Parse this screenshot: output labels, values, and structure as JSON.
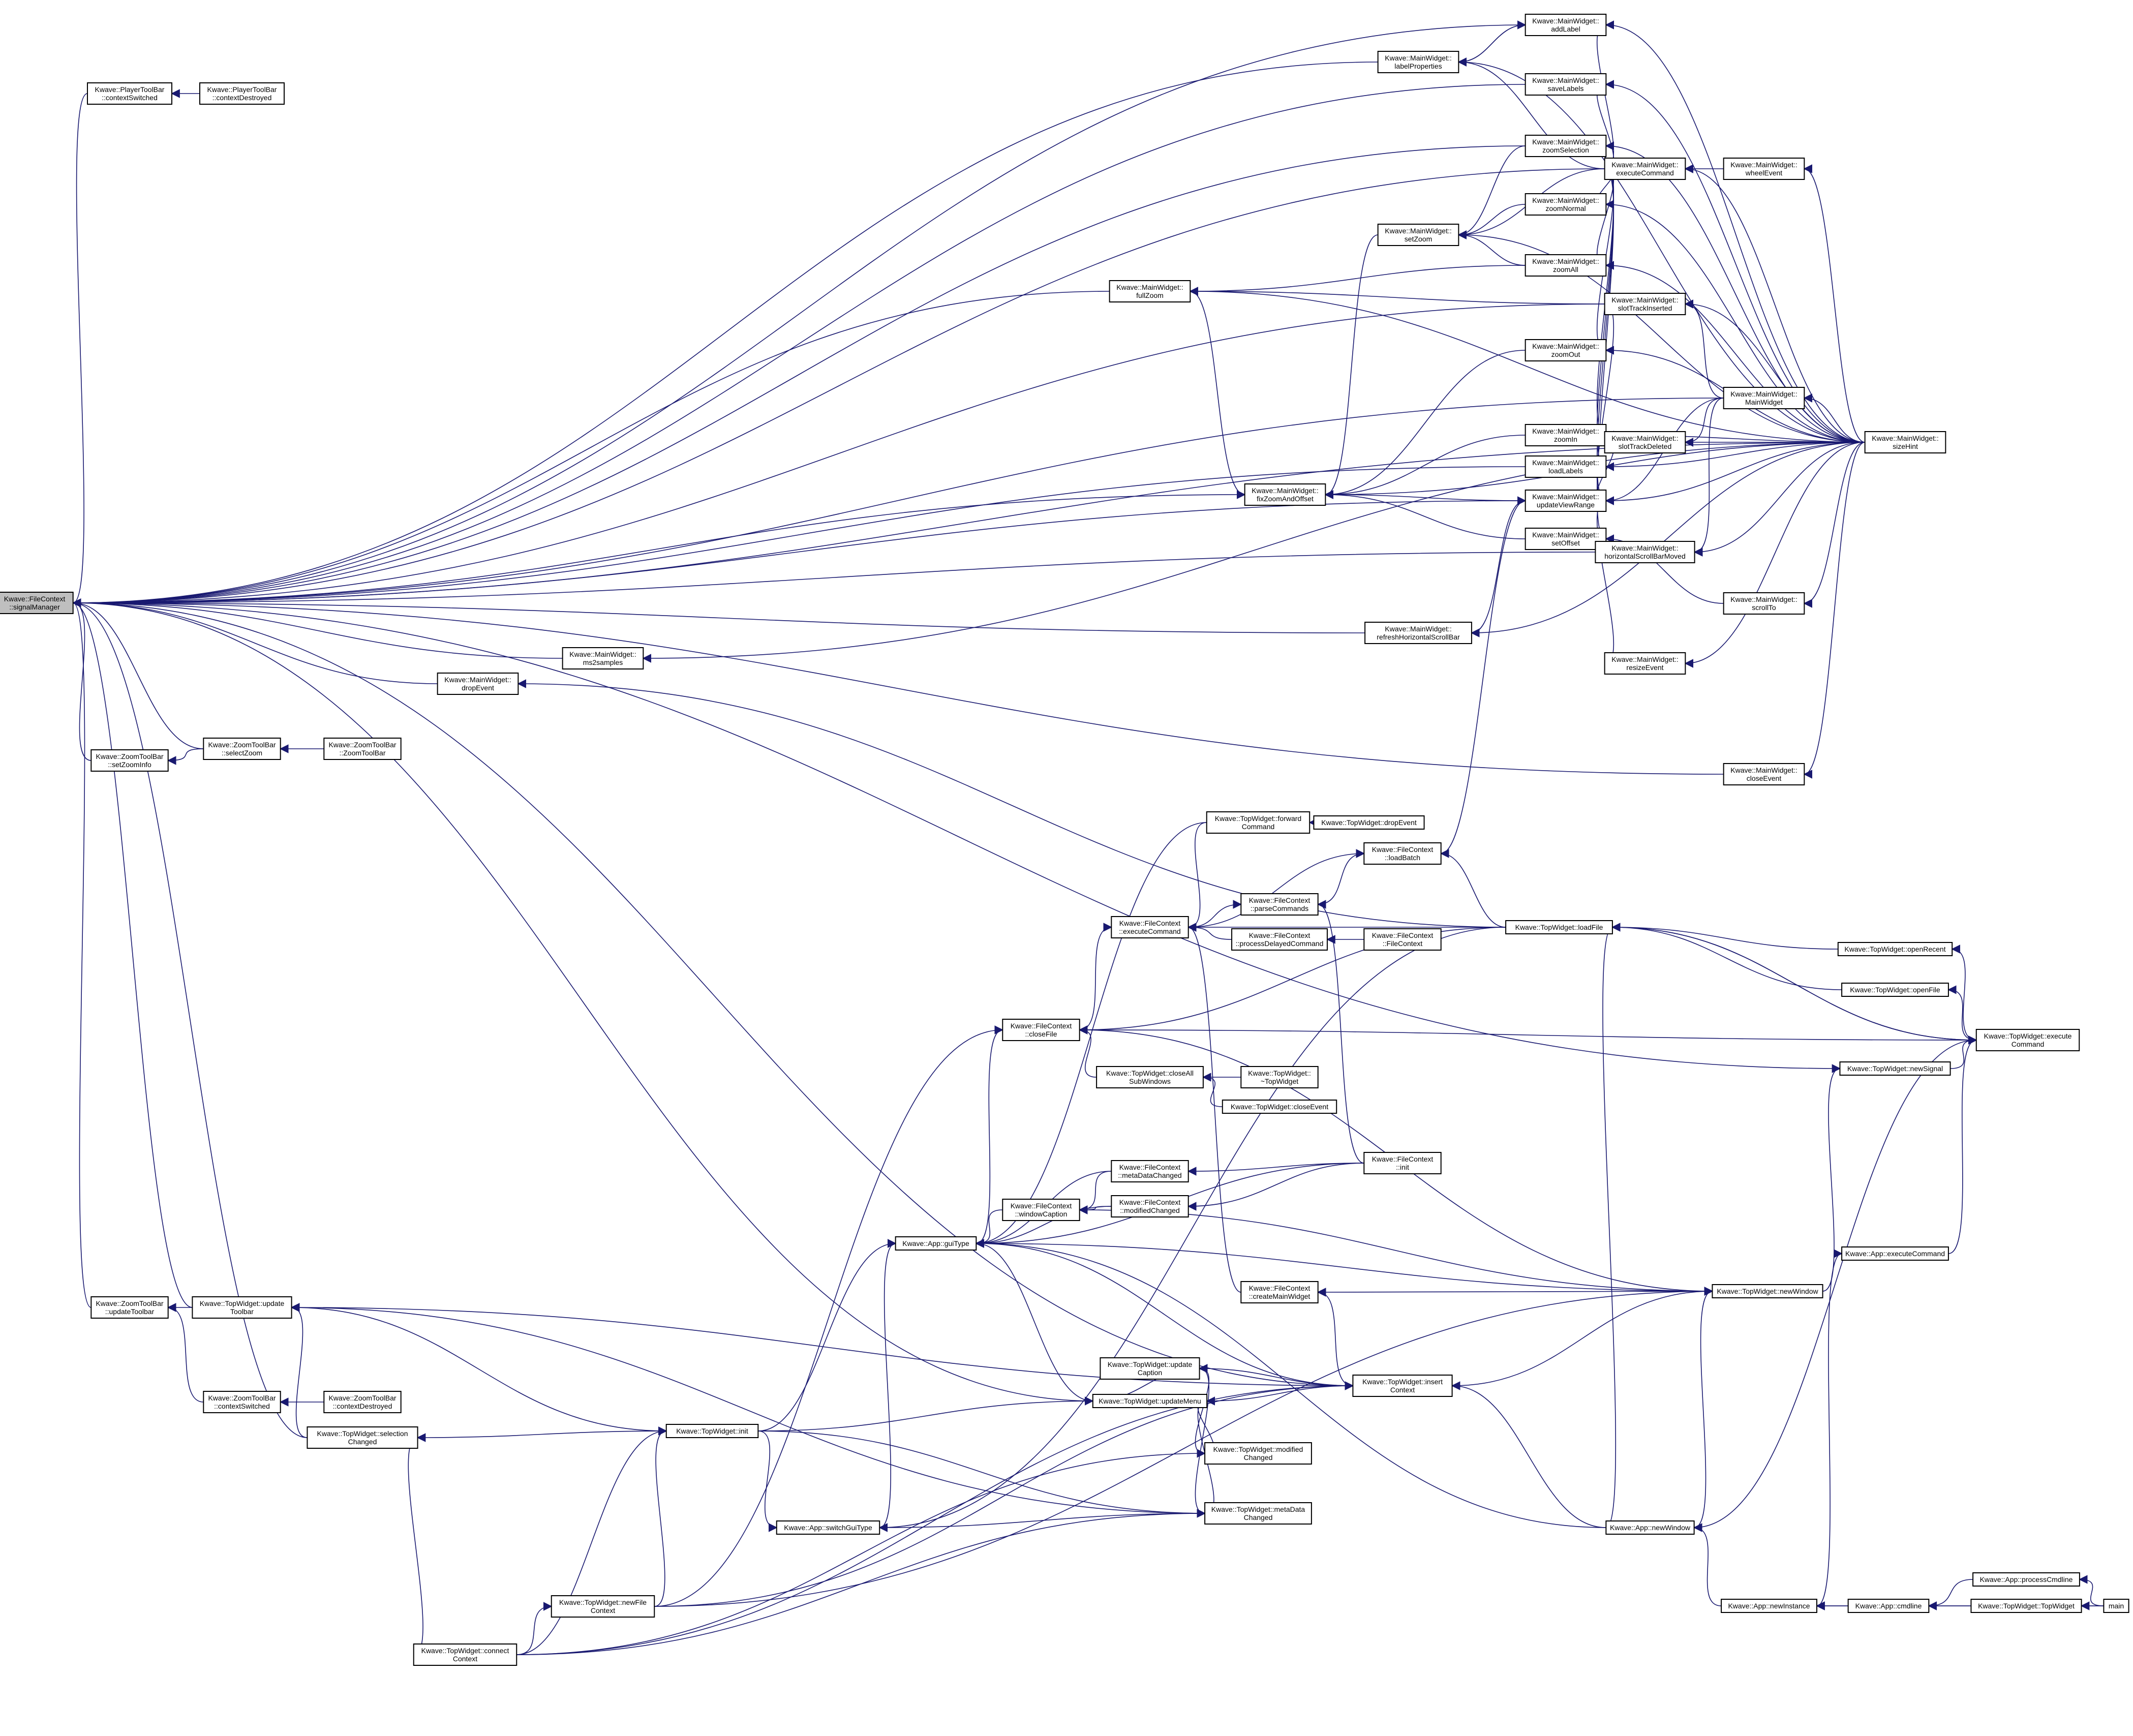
{
  "title": "",
  "colors": {
    "edge": "#191970",
    "node_border": "#000000",
    "node_fill": "#ffffff",
    "highlight_fill": "#bfbfbf"
  },
  "nodes": [
    {
      "id": "root",
      "lines": [
        "Kwave::FileContext",
        "::signalManager"
      ],
      "highlight": true
    },
    {
      "id": "ptb_cs",
      "lines": [
        "Kwave::PlayerToolBar",
        "::contextSwitched"
      ]
    },
    {
      "id": "ptb_cd",
      "lines": [
        "Kwave::PlayerToolBar",
        "::contextDestroyed"
      ]
    },
    {
      "id": "mw_addLabel",
      "lines": [
        "Kwave::MainWidget::",
        "addLabel"
      ]
    },
    {
      "id": "mw_labelProps",
      "lines": [
        "Kwave::MainWidget::",
        "labelProperties"
      ]
    },
    {
      "id": "mw_saveLabels",
      "lines": [
        "Kwave::MainWidget::",
        "saveLabels"
      ]
    },
    {
      "id": "mw_zoomSel",
      "lines": [
        "Kwave::MainWidget::",
        "zoomSelection"
      ]
    },
    {
      "id": "mw_execCmd",
      "lines": [
        "Kwave::MainWidget::",
        "executeCommand"
      ]
    },
    {
      "id": "mw_wheel",
      "lines": [
        "Kwave::MainWidget::",
        "wheelEvent"
      ]
    },
    {
      "id": "mw_zoomNormal",
      "lines": [
        "Kwave::MainWidget::",
        "zoomNormal"
      ]
    },
    {
      "id": "mw_setZoom",
      "lines": [
        "Kwave::MainWidget::",
        "setZoom"
      ]
    },
    {
      "id": "mw_zoomAll",
      "lines": [
        "Kwave::MainWidget::",
        "zoomAll"
      ]
    },
    {
      "id": "mw_fullZoom",
      "lines": [
        "Kwave::MainWidget::",
        "fullZoom"
      ]
    },
    {
      "id": "mw_slotTrackIns",
      "lines": [
        "Kwave::MainWidget::",
        "slotTrackInserted"
      ]
    },
    {
      "id": "mw_zoomOut",
      "lines": [
        "Kwave::MainWidget::",
        "zoomOut"
      ]
    },
    {
      "id": "mw_ctor",
      "lines": [
        "Kwave::MainWidget::",
        "MainWidget"
      ]
    },
    {
      "id": "mw_zoomIn",
      "lines": [
        "Kwave::MainWidget::",
        "zoomIn"
      ]
    },
    {
      "id": "mw_slotTrackDel",
      "lines": [
        "Kwave::MainWidget::",
        "slotTrackDeleted"
      ]
    },
    {
      "id": "mw_sizeHint",
      "lines": [
        "Kwave::MainWidget::",
        "sizeHint"
      ]
    },
    {
      "id": "mw_loadLabels",
      "lines": [
        "Kwave::MainWidget::",
        "loadLabels"
      ]
    },
    {
      "id": "mw_fixZoom",
      "lines": [
        "Kwave::MainWidget::",
        "fixZoomAndOffset"
      ]
    },
    {
      "id": "mw_updViewRange",
      "lines": [
        "Kwave::MainWidget::",
        "updateViewRange"
      ]
    },
    {
      "id": "mw_setOffset",
      "lines": [
        "Kwave::MainWidget::",
        "setOffset"
      ]
    },
    {
      "id": "mw_hscroll",
      "lines": [
        "Kwave::MainWidget::",
        "horizontalScrollBarMoved"
      ]
    },
    {
      "id": "mw_scrollTo",
      "lines": [
        "Kwave::MainWidget::",
        "scrollTo"
      ]
    },
    {
      "id": "mw_refreshHS",
      "lines": [
        "Kwave::MainWidget::",
        "refreshHorizontalScrollBar"
      ]
    },
    {
      "id": "mw_ms2samples",
      "lines": [
        "Kwave::MainWidget::",
        "ms2samples"
      ]
    },
    {
      "id": "mw_resize",
      "lines": [
        "Kwave::MainWidget::",
        "resizeEvent"
      ]
    },
    {
      "id": "mw_dropEvent",
      "lines": [
        "Kwave::MainWidget::",
        "dropEvent"
      ]
    },
    {
      "id": "ztb_setZoomInfo",
      "lines": [
        "Kwave::ZoomToolBar",
        "::setZoomInfo"
      ]
    },
    {
      "id": "ztb_selectZoom",
      "lines": [
        "Kwave::ZoomToolBar",
        "::selectZoom"
      ]
    },
    {
      "id": "ztb_ctor",
      "lines": [
        "Kwave::ZoomToolBar",
        "::ZoomToolBar"
      ]
    },
    {
      "id": "mw_closeEvent",
      "lines": [
        "Kwave::MainWidget::",
        "closeEvent"
      ]
    },
    {
      "id": "tw_fwdCmd",
      "lines": [
        "Kwave::TopWidget::forward",
        "Command"
      ]
    },
    {
      "id": "tw_dropEvent",
      "lines": [
        "Kwave::TopWidget::dropEvent"
      ]
    },
    {
      "id": "fc_loadBatch",
      "lines": [
        "Kwave::FileContext",
        "::loadBatch"
      ]
    },
    {
      "id": "fc_parseCmds",
      "lines": [
        "Kwave::FileContext",
        "::parseCommands"
      ]
    },
    {
      "id": "fc_execCmd",
      "lines": [
        "Kwave::FileContext",
        "::executeCommand"
      ]
    },
    {
      "id": "tw_loadFile",
      "lines": [
        "Kwave::TopWidget::loadFile"
      ]
    },
    {
      "id": "fc_procDelayed",
      "lines": [
        "Kwave::FileContext",
        "::processDelayedCommand"
      ]
    },
    {
      "id": "fc_ctor",
      "lines": [
        "Kwave::FileContext",
        "::FileContext"
      ]
    },
    {
      "id": "tw_openRecent",
      "lines": [
        "Kwave::TopWidget::openRecent"
      ]
    },
    {
      "id": "tw_openFile",
      "lines": [
        "Kwave::TopWidget::openFile"
      ]
    },
    {
      "id": "fc_closeFile",
      "lines": [
        "Kwave::FileContext",
        "::closeFile"
      ]
    },
    {
      "id": "tw_execCmd",
      "lines": [
        "Kwave::TopWidget::execute",
        "Command"
      ]
    },
    {
      "id": "tw_closeAll",
      "lines": [
        "Kwave::TopWidget::closeAll",
        "SubWindows"
      ]
    },
    {
      "id": "tw_dtor",
      "lines": [
        "Kwave::TopWidget::",
        "~TopWidget"
      ]
    },
    {
      "id": "tw_newSignal",
      "lines": [
        "Kwave::TopWidget::newSignal"
      ]
    },
    {
      "id": "tw_closeEvent",
      "lines": [
        "Kwave::TopWidget::closeEvent"
      ]
    },
    {
      "id": "fc_metaChanged",
      "lines": [
        "Kwave::FileContext",
        "::metaDataChanged"
      ]
    },
    {
      "id": "fc_init",
      "lines": [
        "Kwave::FileContext",
        "::init"
      ]
    },
    {
      "id": "fc_winCaption",
      "lines": [
        "Kwave::FileContext",
        "::windowCaption"
      ]
    },
    {
      "id": "fc_modChanged",
      "lines": [
        "Kwave::FileContext",
        "::modifiedChanged"
      ]
    },
    {
      "id": "app_guiType",
      "lines": [
        "Kwave::App::guiType"
      ]
    },
    {
      "id": "app_execCmd",
      "lines": [
        "Kwave::App::executeCommand"
      ]
    },
    {
      "id": "ztb_updToolbar",
      "lines": [
        "Kwave::ZoomToolBar",
        "::updateToolbar"
      ]
    },
    {
      "id": "tw_updToolbar",
      "lines": [
        "Kwave::TopWidget::update",
        "Toolbar"
      ]
    },
    {
      "id": "fc_createMW",
      "lines": [
        "Kwave::FileContext",
        "::createMainWidget"
      ]
    },
    {
      "id": "tw_newWindow",
      "lines": [
        "Kwave::TopWidget::newWindow"
      ]
    },
    {
      "id": "tw_updCaption",
      "lines": [
        "Kwave::TopWidget::update",
        "Caption"
      ]
    },
    {
      "id": "ztb_ctxSwitched",
      "lines": [
        "Kwave::ZoomToolBar",
        "::contextSwitched"
      ]
    },
    {
      "id": "ztb_ctxDestroyed",
      "lines": [
        "Kwave::ZoomToolBar",
        "::contextDestroyed"
      ]
    },
    {
      "id": "tw_updMenu",
      "lines": [
        "Kwave::TopWidget::updateMenu"
      ]
    },
    {
      "id": "tw_insertCtx",
      "lines": [
        "Kwave::TopWidget::insert",
        "Context"
      ]
    },
    {
      "id": "tw_selChanged",
      "lines": [
        "Kwave::TopWidget::selection",
        "Changed"
      ]
    },
    {
      "id": "tw_init",
      "lines": [
        "Kwave::TopWidget::init"
      ]
    },
    {
      "id": "tw_modChanged",
      "lines": [
        "Kwave::TopWidget::modified",
        "Changed"
      ]
    },
    {
      "id": "tw_metaChanged",
      "lines": [
        "Kwave::TopWidget::metaData",
        "Changed"
      ]
    },
    {
      "id": "app_switchGui",
      "lines": [
        "Kwave::App::switchGuiType"
      ]
    },
    {
      "id": "app_newWindow",
      "lines": [
        "Kwave::App::newWindow"
      ]
    },
    {
      "id": "app_procCmdline",
      "lines": [
        "Kwave::App::processCmdline"
      ]
    },
    {
      "id": "tw_newFileCtx",
      "lines": [
        "Kwave::TopWidget::newFile",
        "Context"
      ]
    },
    {
      "id": "app_newInstance",
      "lines": [
        "Kwave::App::newInstance"
      ]
    },
    {
      "id": "app_cmdline",
      "lines": [
        "Kwave::App::cmdline"
      ]
    },
    {
      "id": "tw_ctor",
      "lines": [
        "Kwave::TopWidget::TopWidget"
      ]
    },
    {
      "id": "main",
      "lines": [
        "main"
      ]
    },
    {
      "id": "tw_connectCtx",
      "lines": [
        "Kwave::TopWidget::connect",
        "Context"
      ]
    }
  ],
  "edges": [
    [
      "ptb_cs",
      "root"
    ],
    [
      "ptb_cd",
      "ptb_cs"
    ],
    [
      "mw_addLabel",
      "root"
    ],
    [
      "mw_labelProps",
      "root"
    ],
    [
      "mw_saveLabels",
      "root"
    ],
    [
      "mw_zoomSel",
      "root"
    ],
    [
      "mw_execCmd",
      "root"
    ],
    [
      "mw_fullZoom",
      "root"
    ],
    [
      "mw_slotTrackIns",
      "root"
    ],
    [
      "mw_ctor",
      "root"
    ],
    [
      "mw_loadLabels",
      "root"
    ],
    [
      "mw_fixZoom",
      "root"
    ],
    [
      "mw_updViewRange",
      "root"
    ],
    [
      "mw_hscroll",
      "root"
    ],
    [
      "mw_refreshHS",
      "root"
    ],
    [
      "mw_ms2samples",
      "root"
    ],
    [
      "mw_dropEvent",
      "root"
    ],
    [
      "mw_sizeHint",
      "root"
    ],
    [
      "ztb_setZoomInfo",
      "root"
    ],
    [
      "ztb_selectZoom",
      "root"
    ],
    [
      "mw_closeEvent",
      "root"
    ],
    [
      "ztb_updToolbar",
      "root"
    ],
    [
      "tw_updToolbar",
      "root"
    ],
    [
      "tw_updMenu",
      "root"
    ],
    [
      "tw_selChanged",
      "root"
    ],
    [
      "tw_insertCtx",
      "root"
    ],
    [
      "ztb_selectZoom",
      "ztb_setZoomInfo"
    ],
    [
      "ztb_ctor",
      "ztb_selectZoom"
    ],
    [
      "mw_labelProps",
      "mw_addLabel"
    ],
    [
      "mw_execCmd",
      "mw_addLabel"
    ],
    [
      "mw_sizeHint",
      "mw_addLabel"
    ],
    [
      "mw_addLabel",
      "mw_labelProps"
    ],
    [
      "mw_execCmd",
      "mw_labelProps"
    ],
    [
      "mw_sizeHint",
      "mw_labelProps"
    ],
    [
      "mw_execCmd",
      "mw_saveLabels"
    ],
    [
      "mw_sizeHint",
      "mw_saveLabels"
    ],
    [
      "mw_execCmd",
      "mw_zoomSel"
    ],
    [
      "mw_sizeHint",
      "mw_zoomSel"
    ],
    [
      "mw_wheel",
      "mw_execCmd"
    ],
    [
      "mw_sizeHint",
      "mw_execCmd"
    ],
    [
      "mw_sizeHint",
      "mw_wheel"
    ],
    [
      "mw_execCmd",
      "mw_zoomNormal"
    ],
    [
      "mw_sizeHint",
      "mw_zoomNormal"
    ],
    [
      "mw_zoomSel",
      "mw_setZoom"
    ],
    [
      "mw_zoomNormal",
      "mw_setZoom"
    ],
    [
      "mw_zoomAll",
      "mw_setZoom"
    ],
    [
      "mw_execCmd",
      "mw_setZoom"
    ],
    [
      "mw_sizeHint",
      "mw_setZoom"
    ],
    [
      "mw_execCmd",
      "mw_zoomAll"
    ],
    [
      "mw_sizeHint",
      "mw_zoomAll"
    ],
    [
      "mw_zoomAll",
      "mw_fullZoom"
    ],
    [
      "mw_slotTrackIns",
      "mw_fullZoom"
    ],
    [
      "mw_sizeHint",
      "mw_fullZoom"
    ],
    [
      "mw_ctor",
      "mw_slotTrackIns"
    ],
    [
      "mw_sizeHint",
      "mw_slotTrackIns"
    ],
    [
      "mw_execCmd",
      "mw_zoomOut"
    ],
    [
      "mw_sizeHint",
      "mw_zoomOut"
    ],
    [
      "mw_sizeHint",
      "mw_ctor"
    ],
    [
      "mw_execCmd",
      "mw_zoomIn"
    ],
    [
      "mw_sizeHint",
      "mw_zoomIn"
    ],
    [
      "mw_ctor",
      "mw_slotTrackDel"
    ],
    [
      "mw_sizeHint",
      "mw_slotTrackDel"
    ],
    [
      "mw_execCmd",
      "mw_loadLabels"
    ],
    [
      "mw_sizeHint",
      "mw_loadLabels"
    ],
    [
      "mw_setZoom",
      "mw_fixZoom"
    ],
    [
      "mw_fullZoom",
      "mw_fixZoom"
    ],
    [
      "mw_zoomOut",
      "mw_fixZoom"
    ],
    [
      "mw_zoomIn",
      "mw_fixZoom"
    ],
    [
      "mw_updViewRange",
      "mw_fixZoom"
    ],
    [
      "mw_setOffset",
      "mw_fixZoom"
    ],
    [
      "mw_sizeHint",
      "mw_fixZoom"
    ],
    [
      "mw_slotTrackIns",
      "mw_updViewRange"
    ],
    [
      "mw_slotTrackDel",
      "mw_updViewRange"
    ],
    [
      "mw_ctor",
      "mw_updViewRange"
    ],
    [
      "mw_resize",
      "mw_updViewRange"
    ],
    [
      "mw_execCmd",
      "mw_updViewRange"
    ],
    [
      "mw_sizeHint",
      "mw_updViewRange"
    ],
    [
      "mw_hscroll",
      "mw_setOffset"
    ],
    [
      "mw_scrollTo",
      "mw_setOffset"
    ],
    [
      "mw_execCmd",
      "mw_setOffset"
    ],
    [
      "mw_ctor",
      "mw_hscroll"
    ],
    [
      "mw_sizeHint",
      "mw_hscroll"
    ],
    [
      "mw_sizeHint",
      "mw_scrollTo"
    ],
    [
      "mw_updViewRange",
      "mw_refreshHS"
    ],
    [
      "mw_sizeHint",
      "mw_refreshHS"
    ],
    [
      "mw_sizeHint",
      "mw_ms2samples"
    ],
    [
      "mw_sizeHint",
      "mw_resize"
    ],
    [
      "tw_loadFile",
      "mw_dropEvent"
    ],
    [
      "mw_sizeHint",
      "mw_closeEvent"
    ],
    [
      "tw_dropEvent",
      "tw_fwdCmd"
    ],
    [
      "fc_execCmd",
      "fc_loadBatch"
    ],
    [
      "tw_loadFile",
      "fc_loadBatch"
    ],
    [
      "fc_loadBatch",
      "mw_updViewRange"
    ],
    [
      "fc_execCmd",
      "fc_parseCmds"
    ],
    [
      "fc_init",
      "fc_parseCmds"
    ],
    [
      "fc_parseCmds",
      "fc_loadBatch"
    ],
    [
      "fc_fwdCmd_placeholder",
      "fc_execCmd"
    ],
    [
      "tw_fwdCmd",
      "fc_execCmd"
    ],
    [
      "fc_procDelayed",
      "fc_execCmd"
    ],
    [
      "fc_closeFile",
      "fc_execCmd"
    ],
    [
      "fc_ctor",
      "fc_procDelayed"
    ],
    [
      "tw_loadFile",
      "fc_execCmd"
    ],
    [
      "tw_openRecent",
      "tw_loadFile"
    ],
    [
      "tw_openFile",
      "tw_loadFile"
    ],
    [
      "tw_execCmd",
      "tw_loadFile"
    ],
    [
      "tw_execCmd",
      "tw_openRecent"
    ],
    [
      "tw_execCmd",
      "tw_openFile"
    ],
    [
      "tw_closeAll",
      "fc_closeFile"
    ],
    [
      "tw_loadFile",
      "fc_closeFile"
    ],
    [
      "tw_execCmd",
      "fc_closeFile"
    ],
    [
      "tw_newWindow",
      "fc_closeFile"
    ],
    [
      "tw_dtor",
      "tw_closeAll"
    ],
    [
      "tw_closeEvent",
      "tw_closeAll"
    ],
    [
      "fc_init",
      "fc_metaChanged"
    ],
    [
      "fc_init",
      "fc_modChanged"
    ],
    [
      "fc_metaChanged",
      "fc_winCaption"
    ],
    [
      "fc_modChanged",
      "fc_winCaption"
    ],
    [
      "fc_winCaption",
      "app_guiType"
    ],
    [
      "fc_closeFile",
      "app_guiType"
    ],
    [
      "fc_metaChanged",
      "app_guiType"
    ],
    [
      "fc_modChanged",
      "app_guiType"
    ],
    [
      "fc_init",
      "app_guiType"
    ],
    [
      "tw_fwdCmd",
      "app_guiType"
    ],
    [
      "tw_newWindow",
      "app_guiType"
    ],
    [
      "tw_insertCtx",
      "app_guiType"
    ],
    [
      "tw_updMenu",
      "app_guiType"
    ],
    [
      "app_newWindow",
      "app_guiType"
    ],
    [
      "tw_init",
      "app_guiType"
    ],
    [
      "app_switchGui",
      "app_guiType"
    ],
    [
      "tw_updToolbar",
      "ztb_updToolbar"
    ],
    [
      "ztb_ctxSwitched",
      "ztb_updToolbar"
    ],
    [
      "ztb_ctxDestroyed",
      "ztb_ctxSwitched"
    ],
    [
      "tw_init",
      "tw_updToolbar"
    ],
    [
      "tw_selChanged",
      "tw_updToolbar"
    ],
    [
      "tw_metaChanged",
      "tw_updToolbar"
    ],
    [
      "tw_insertCtx",
      "tw_updToolbar"
    ],
    [
      "tw_newWindow",
      "fc_createMW"
    ],
    [
      "tw_insertCtx",
      "fc_createMW"
    ],
    [
      "fc_createMW",
      "fc_execCmd"
    ],
    [
      "tw_newWindow",
      "tw_newSignal"
    ],
    [
      "app_newWindow",
      "tw_newWindow"
    ],
    [
      "tw_insertCtx",
      "tw_newWindow"
    ],
    [
      "tw_updMenu",
      "tw_updCaption"
    ],
    [
      "tw_insertCtx",
      "tw_updCaption"
    ],
    [
      "tw_modChanged",
      "tw_updCaption"
    ],
    [
      "tw_metaChanged",
      "tw_updCaption"
    ],
    [
      "tw_init",
      "tw_updMenu"
    ],
    [
      "tw_modChanged",
      "tw_updMenu"
    ],
    [
      "tw_metaChanged",
      "tw_updMenu"
    ],
    [
      "tw_insertCtx",
      "tw_updMenu"
    ],
    [
      "tw_init",
      "tw_selChanged"
    ],
    [
      "tw_connectCtx",
      "tw_selChanged"
    ],
    [
      "tw_newFileCtx",
      "tw_init"
    ],
    [
      "tw_connectCtx",
      "tw_init"
    ],
    [
      "tw_init",
      "tw_metaChanged"
    ],
    [
      "tw_connectCtx",
      "tw_modChanged"
    ],
    [
      "tw_connectCtx",
      "tw_metaChanged"
    ],
    [
      "tw_init",
      "app_switchGui"
    ],
    [
      "app_switchGui",
      "tw_metaChanged"
    ],
    [
      "app_newWindow",
      "tw_insertCtx"
    ],
    [
      "app_newWindow",
      "tw_loadFile"
    ],
    [
      "app_newInstance",
      "app_newWindow"
    ],
    [
      "app_cmdline",
      "app_newInstance"
    ],
    [
      "app_procCmdline",
      "app_cmdline"
    ],
    [
      "tw_ctor",
      "app_cmdline"
    ],
    [
      "main",
      "app_procCmdline"
    ],
    [
      "main",
      "tw_ctor"
    ],
    [
      "main",
      "app_newInstance"
    ],
    [
      "tw_newFileCtx",
      "tw_newWindow"
    ],
    [
      "tw_connectCtx",
      "tw_newFileCtx"
    ],
    [
      "tw_connectCtx",
      "tw_insertCtx"
    ],
    [
      "tw_newFileCtx",
      "fc_closeFile"
    ],
    [
      "tw_newFileCtx",
      "tw_insertCtx"
    ],
    [
      "app_execCmd",
      "tw_execCmd"
    ],
    [
      "tw_newSignal",
      "tw_execCmd"
    ],
    [
      "app_newWindow",
      "tw_execCmd"
    ],
    [
      "tw_loadFile",
      "tw_execCmd"
    ],
    [
      "tw_newSignal",
      "root"
    ],
    [
      "app_newInstance",
      "app_execCmd"
    ],
    [
      "tw_newWindow",
      "fc_winCaption"
    ],
    [
      "tw_loadFile",
      "app_switchGui"
    ]
  ]
}
